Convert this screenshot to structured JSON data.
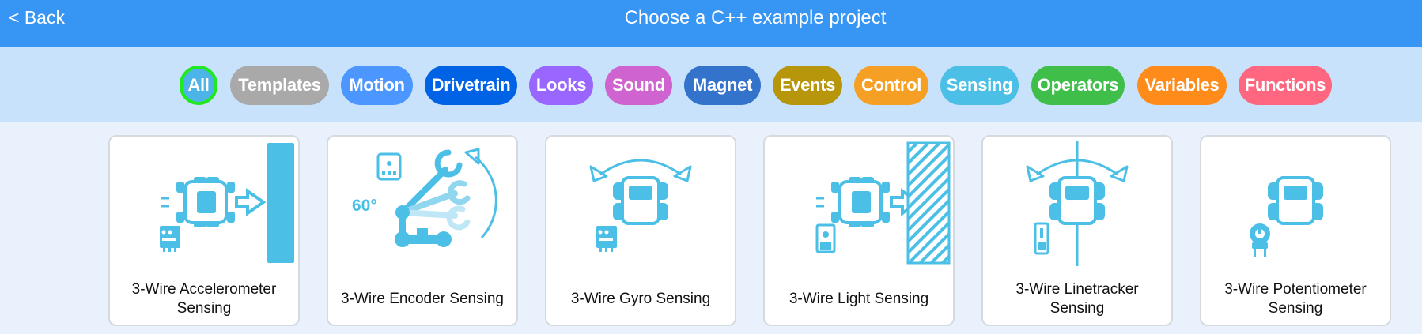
{
  "header": {
    "back_label": "< Back",
    "title": "Choose a C++ example project"
  },
  "filters": [
    {
      "label": "All",
      "color": "#4cb4e8",
      "selected": true
    },
    {
      "label": "Templates",
      "color": "#a9a9a9"
    },
    {
      "label": "Motion",
      "color": "#4c97ff"
    },
    {
      "label": "Drivetrain",
      "color": "#0062e4"
    },
    {
      "label": "Looks",
      "color": "#9966ff"
    },
    {
      "label": "Sound",
      "color": "#cf63cf"
    },
    {
      "label": "Magnet",
      "color": "#3373cc"
    },
    {
      "label": "Events",
      "color": "#b8960c"
    },
    {
      "label": "Control",
      "color": "#f5a024"
    },
    {
      "label": "Sensing",
      "color": "#4cbfe6"
    },
    {
      "label": "Operators",
      "color": "#3fbe4a"
    },
    {
      "label": "Variables",
      "color": "#ff8c1a"
    },
    {
      "label": "Functions",
      "color": "#ff6680"
    }
  ],
  "projects": [
    {
      "label": "3-Wire Accelerometer Sensing",
      "icon": "accelerometer-robot-icon"
    },
    {
      "label": "3-Wire Encoder Sensing",
      "icon": "encoder-arm-icon",
      "angle_text": "60°"
    },
    {
      "label": "3-Wire Gyro Sensing",
      "icon": "gyro-robot-icon"
    },
    {
      "label": "3-Wire Light Sensing",
      "icon": "light-sensor-robot-icon"
    },
    {
      "label": "3-Wire Linetracker Sensing",
      "icon": "linetracker-robot-icon"
    },
    {
      "label": "3-Wire Potentiometer Sensing",
      "icon": "potentiometer-robot-icon"
    }
  ],
  "colors": {
    "header": "#3795f3",
    "filter_bar": "#c7e2fa",
    "background": "#e9f2fc",
    "illustration": "#4cbfe6",
    "selected_ring": "#22e822"
  }
}
